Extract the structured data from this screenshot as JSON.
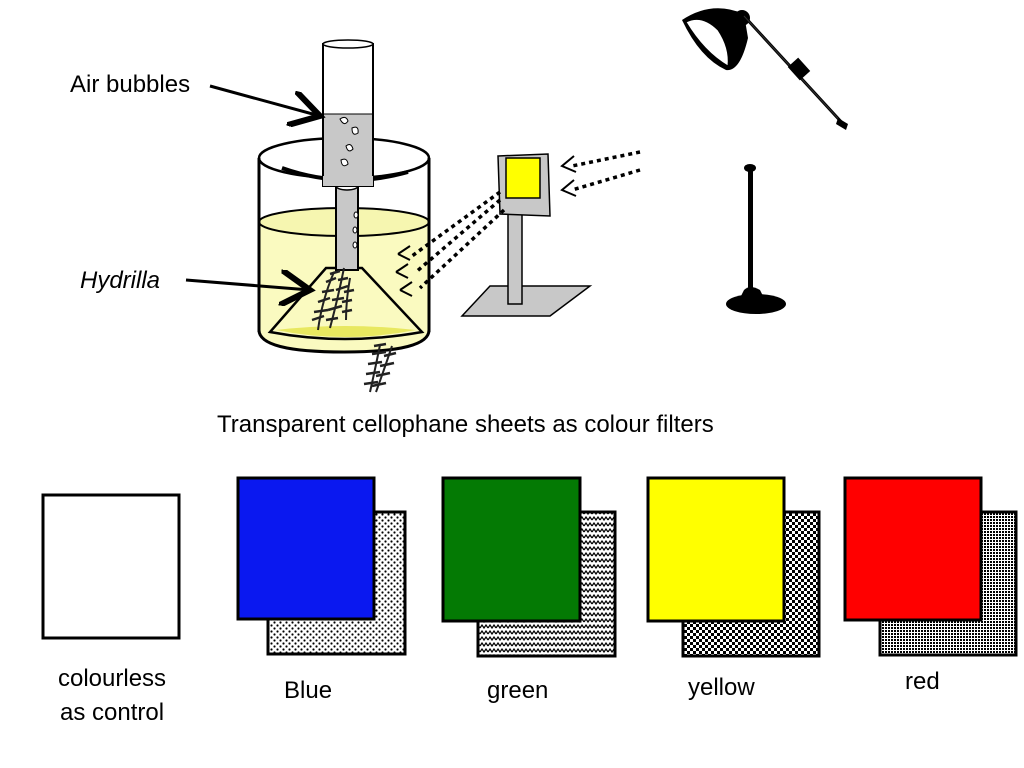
{
  "labels": {
    "air_bubbles": "Air bubbles",
    "hydrilla": "Hydrilla",
    "caption": "Transparent cellophane sheets as colour filters"
  },
  "filters": [
    {
      "label_line1": "colourless",
      "label_line2": "as control",
      "color": "#ffffff"
    },
    {
      "label_line1": "Blue",
      "color": "#0a18f0"
    },
    {
      "label_line1": "green",
      "color": "#047a04"
    },
    {
      "label_line1": "yellow",
      "color": "#ffff00"
    },
    {
      "label_line1": "red",
      "color": "#ff0000"
    }
  ],
  "colors": {
    "water": "#fafac0",
    "water_dark": "#f0f0a0",
    "tube_gray": "#c8c8c8",
    "stand_gray": "#c8c8c8",
    "screen_yellow": "#ffff00",
    "outline": "#000000"
  }
}
